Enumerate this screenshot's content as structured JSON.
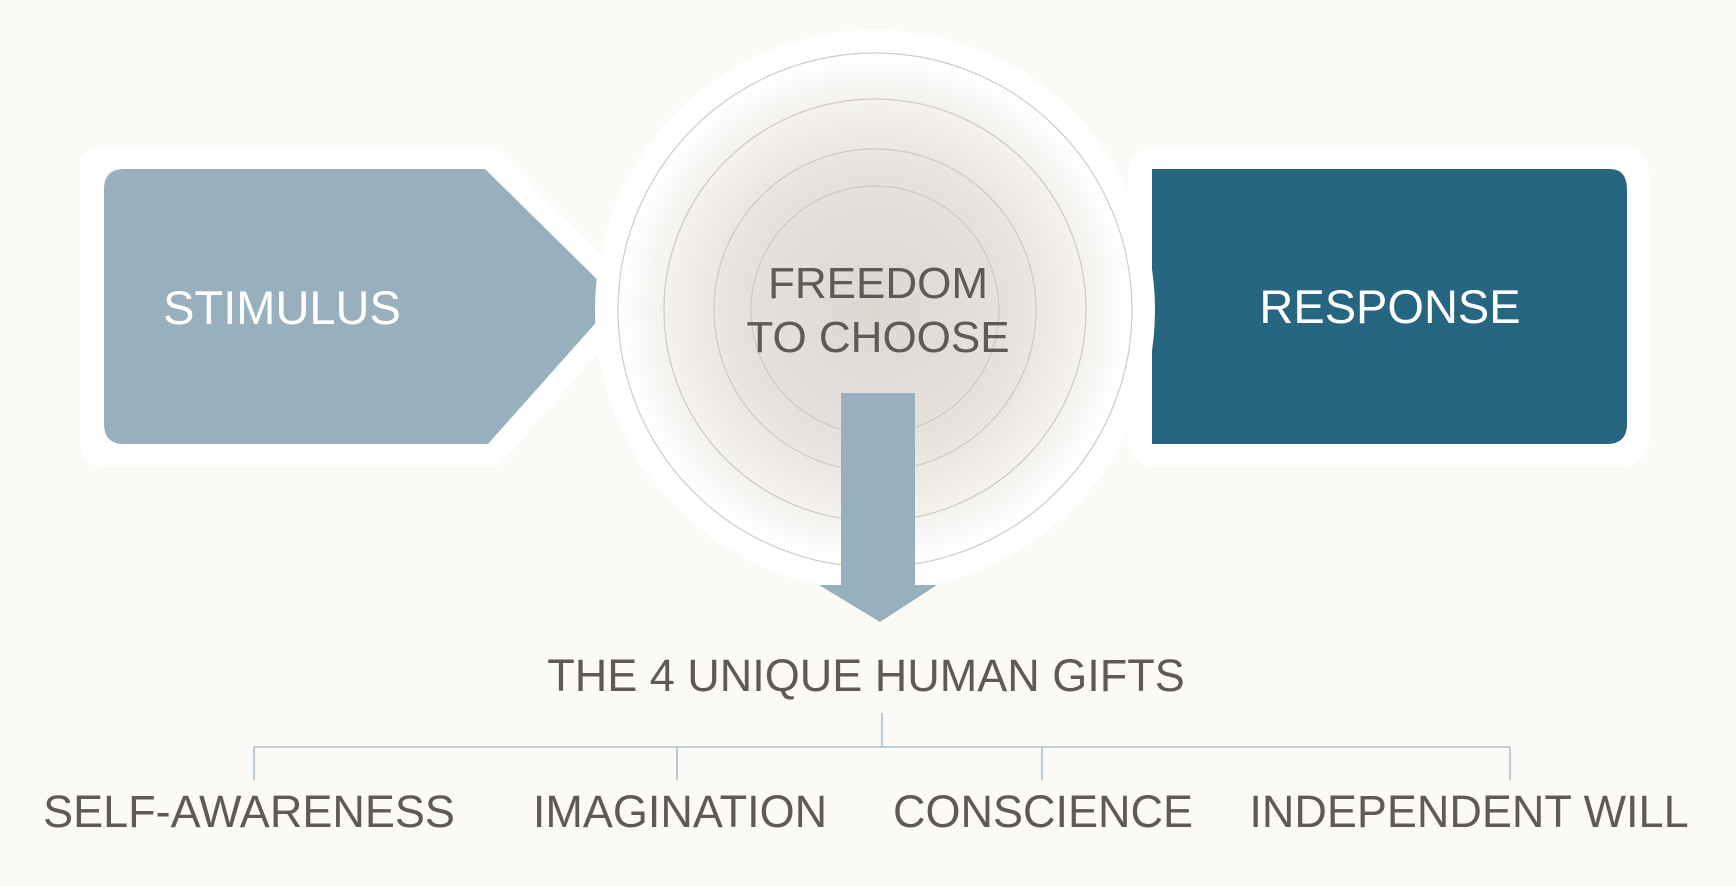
{
  "diagram": {
    "stimulus": "STIMULUS",
    "freedom_line1": "FREEDOM",
    "freedom_line2": "TO CHOOSE",
    "response": "RESPONSE",
    "gifts_title": "THE 4 UNIQUE HUMAN GIFTS",
    "gifts": [
      "SELF-AWARENESS",
      "IMAGINATION",
      "CONSCIENCE",
      "INDEPENDENT WILL"
    ]
  },
  "colors": {
    "background": "#fbfaf7",
    "stimulus": "#98b0bd",
    "response": "#266680",
    "text": "#5f5a55",
    "connector": "#9bb4c4"
  }
}
